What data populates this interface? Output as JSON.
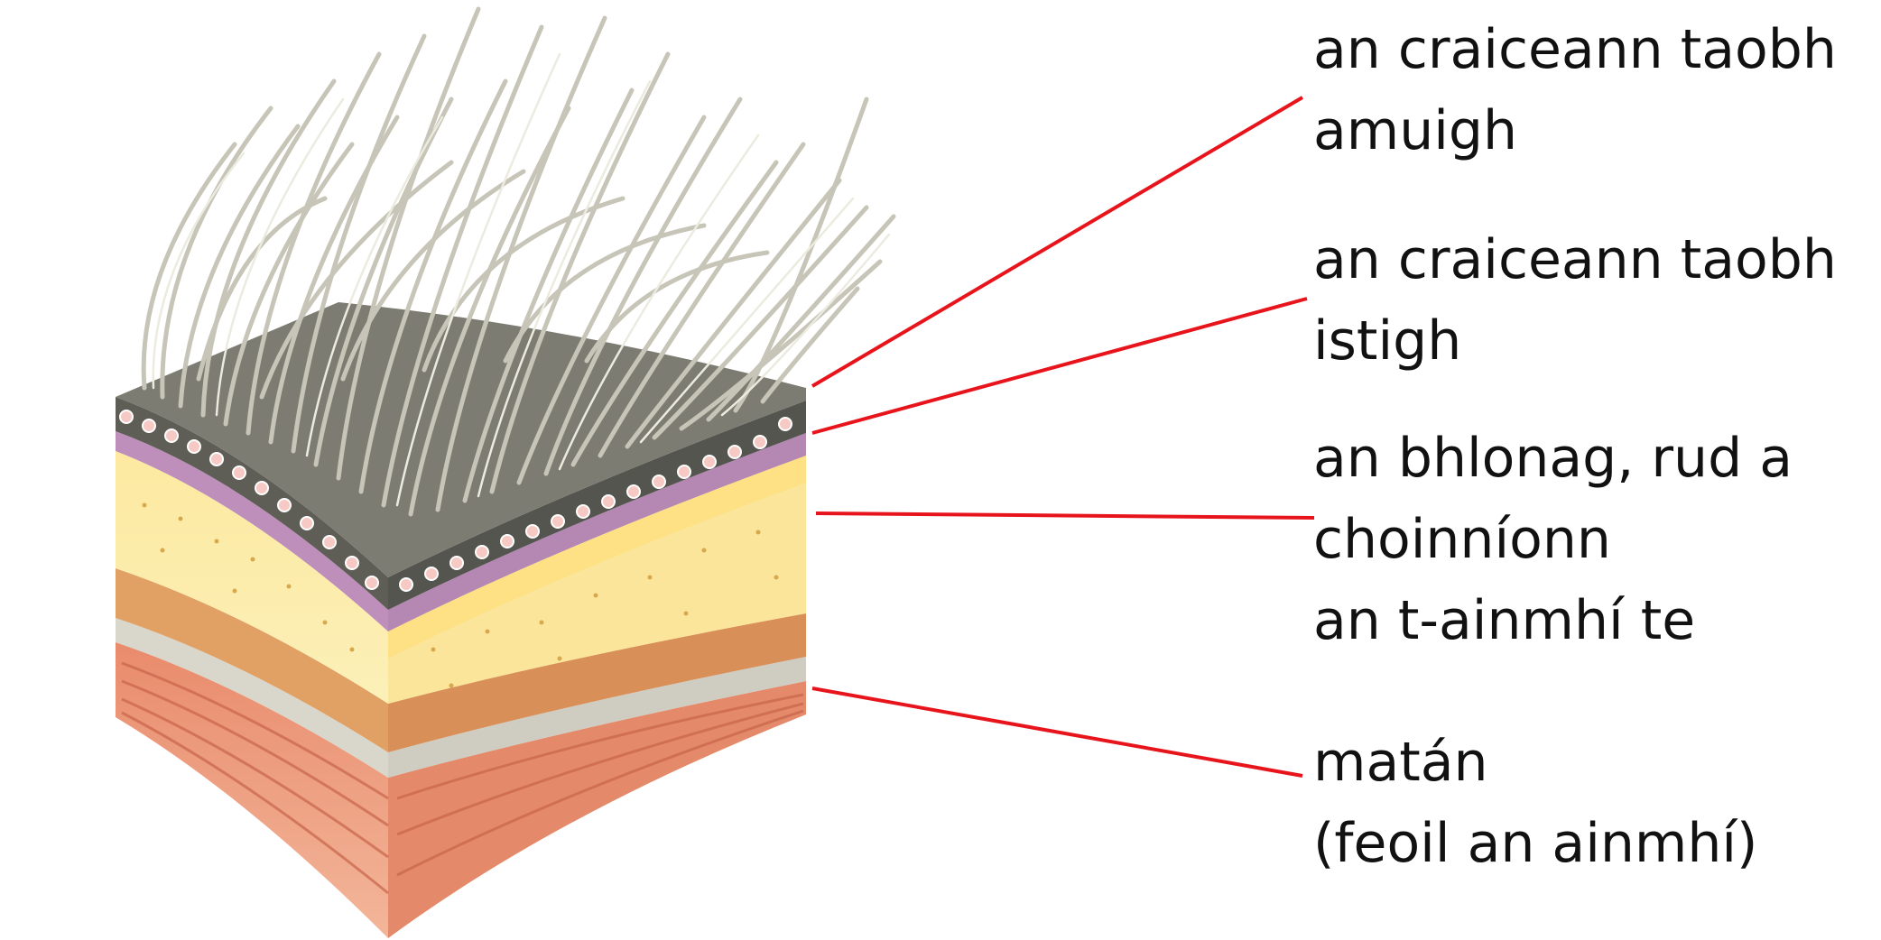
{
  "title": "",
  "accent_color": "#e8141c",
  "labels": {
    "outer_skin": [
      "an craiceann taobh",
      "amuigh"
    ],
    "inner_skin": [
      "an craiceann taobh",
      "istigh"
    ],
    "fat": [
      "an bhlonag, rud a",
      "choinníonn",
      "an t-ainmhí te"
    ],
    "muscle": [
      "matán",
      "(feoil an ainmhí)"
    ]
  },
  "layer_colors": {
    "hair": "#e7e5d8",
    "outer_skin": "#75756c",
    "inner_skin": "#bb8fb8",
    "fat": "#fbe8a4",
    "fat_deep": "#dd9a5e",
    "fascia": "#d7d4ca",
    "muscle": "#e58d6e"
  }
}
